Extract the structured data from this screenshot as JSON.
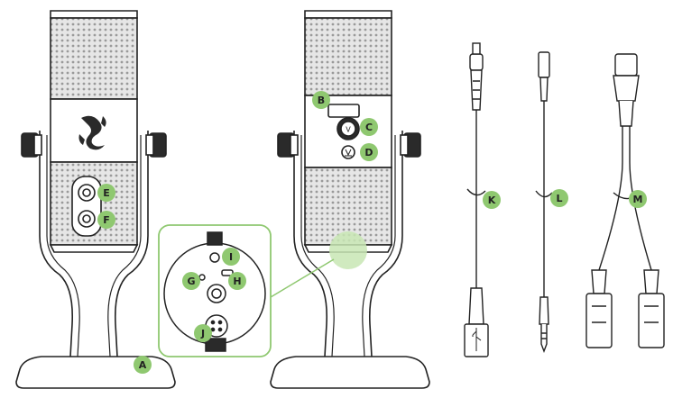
{
  "colors": {
    "line": "#222222",
    "mesh_fill": "#e8e8e8",
    "mesh_dot": "#9a9a9a",
    "callout": "#8fc870",
    "highlight": "#c8e6b4",
    "zoom_border": "#8fc870",
    "dark_knob": "#2a2a2a"
  },
  "icons": {
    "logo": "razer-snake-logo-icon",
    "volume": "volume-knob-icon",
    "mute": "mute-button-icon"
  },
  "labels": {
    "A": "A",
    "B": "B",
    "C": "C",
    "D": "D",
    "E": "E",
    "F": "F",
    "G": "G",
    "H": "H",
    "I": "I",
    "J": "J",
    "K": "K",
    "L": "L",
    "M": "M",
    "volume_symbol": "V"
  }
}
